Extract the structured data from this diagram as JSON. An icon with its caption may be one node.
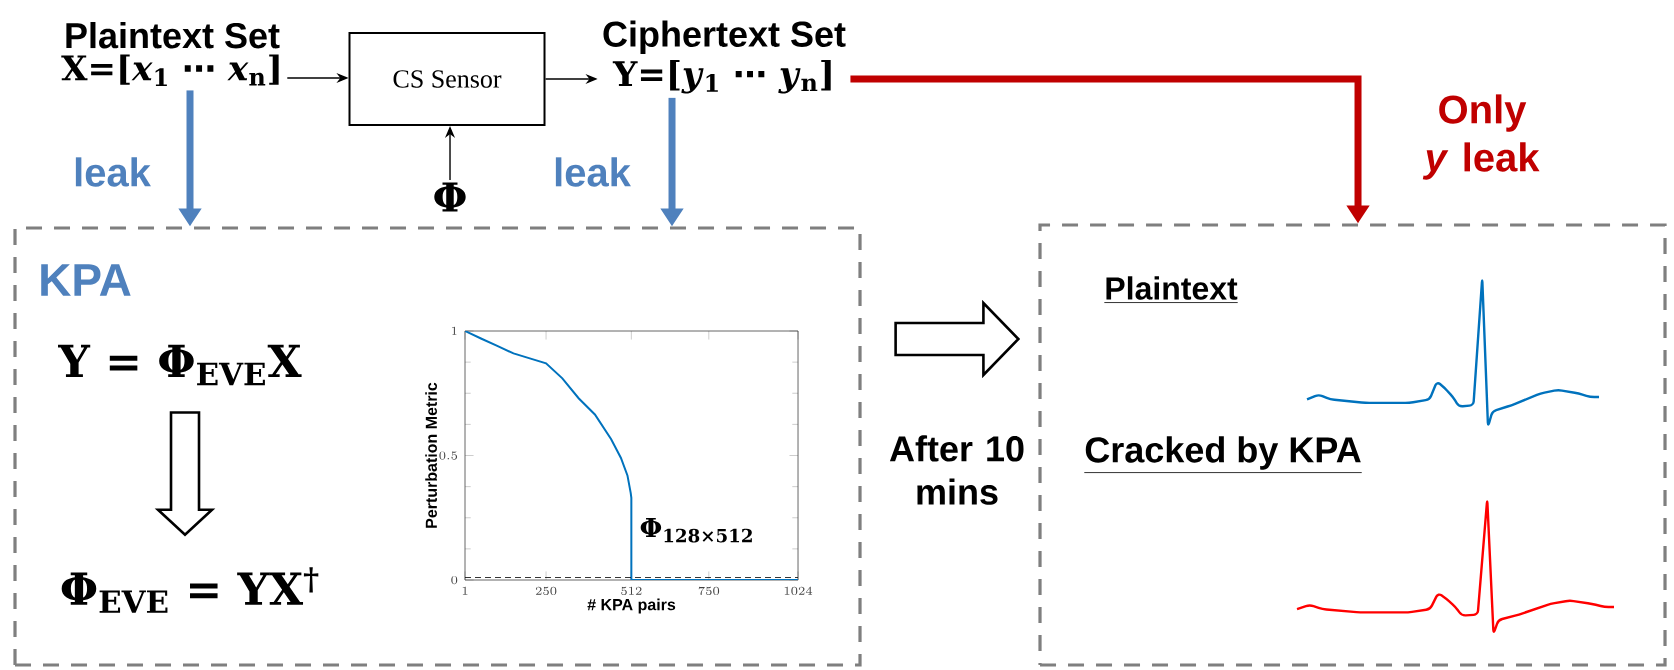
{
  "diagram": {
    "nodes": [
      {
        "text": [
          "Plaintext Set",
          "X=[*x*$_{1}$ ⋯ *x*$_{n}$]"
        ]
      },
      {
        "text": [
          "CS Sensor"
        ]
      },
      {
        "text": [
          "Ciphertext Set",
          "Y=[*y*$_{1}$ ⋯ *y*$_{n}$]"
        ]
      },
      {
        "text": [
          "Φ"
        ]
      },
      {
        "text": [
          "KPA"
        ]
      },
      {
        "text": [
          "Y = Φ$_{EVE}$X"
        ],
        "in": 4
      },
      {
        "text": [
          "Φ$_{EVE}$ = YX$^{†}$"
        ],
        "in": 4
      },
      {
        "text": [
          "Plaintext",
          "Cracked by KPA"
        ]
      }
    ],
    "edges": [
      {
        "from": 0,
        "to": 1,
        "arrow": "to"
      },
      {
        "from": 1,
        "to": 2,
        "arrow": "to"
      },
      {
        "from": 3,
        "to": 1,
        "arrow": "to"
      },
      {
        "from": 0,
        "to": 4,
        "arrow": "to",
        "label": "leak",
        "style": "thick",
        "color": "#4f81bd"
      },
      {
        "from": 2,
        "to": 4,
        "arrow": "to",
        "label": "leak",
        "style": "thick",
        "color": "#4f81bd"
      },
      {
        "from": 2,
        "to": 7,
        "arrow": "to",
        "label": "Only *y* leak",
        "style": "thick",
        "color": "#c00000"
      },
      {
        "from": 5,
        "to": 6,
        "arrow": "to",
        "style": "thick"
      },
      {
        "from": 4,
        "to": 7,
        "arrow": "to",
        "label": "After 10 mins",
        "style": "thick"
      }
    ],
    "chart_data": {
      "type": "line",
      "xlabel": "# KPA pairs",
      "ylabel": "Perturbation Metric",
      "x": [
        1,
        50,
        100,
        150,
        200,
        250,
        300,
        350,
        400,
        450,
        480,
        500,
        510,
        512,
        512,
        600,
        700,
        800,
        900,
        1024
      ],
      "series": [
        {
          "color": "#0072bd",
          "values": [
            1,
            0.97,
            0.94,
            0.91,
            0.89,
            0.87,
            0.81,
            0.73,
            0.665,
            0.565,
            0.49,
            0.42,
            0.35,
            0.33,
            0,
            0,
            0,
            0,
            0,
            0
          ]
        }
      ],
      "xlim": [
        1,
        1024
      ],
      "ylim": [
        0,
        1
      ],
      "xticks": [
        1,
        250,
        512,
        750,
        1024
      ],
      "yticks": [
        0,
        0.5,
        1
      ],
      "annotations": [
        {
          "text": "Φ$_{128×512}$",
          "x": 530,
          "y": 0.2
        }
      ]
    }
  }
}
